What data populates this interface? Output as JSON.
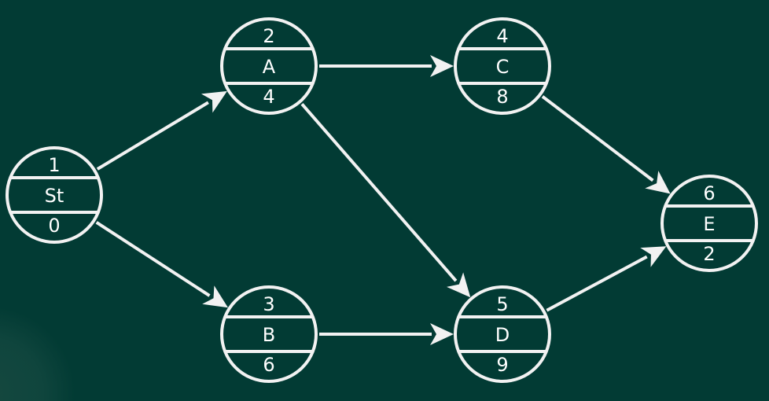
{
  "diagram": {
    "type": "activity-network",
    "colors": {
      "background": "#023b34",
      "stroke": "#f2f2f2",
      "text": "#ffffff"
    },
    "nodes": [
      {
        "id": "St",
        "top": "1",
        "label": "St",
        "bottom": "0"
      },
      {
        "id": "A",
        "top": "2",
        "label": "A",
        "bottom": "4"
      },
      {
        "id": "B",
        "top": "3",
        "label": "B",
        "bottom": "6"
      },
      {
        "id": "C",
        "top": "4",
        "label": "C",
        "bottom": "8"
      },
      {
        "id": "D",
        "top": "5",
        "label": "D",
        "bottom": "9"
      },
      {
        "id": "E",
        "top": "6",
        "label": "E",
        "bottom": "2"
      }
    ],
    "edges": [
      {
        "from": "St",
        "to": "A"
      },
      {
        "from": "St",
        "to": "B"
      },
      {
        "from": "A",
        "to": "C"
      },
      {
        "from": "A",
        "to": "D"
      },
      {
        "from": "B",
        "to": "D"
      },
      {
        "from": "C",
        "to": "E"
      },
      {
        "from": "D",
        "to": "E"
      }
    ]
  }
}
